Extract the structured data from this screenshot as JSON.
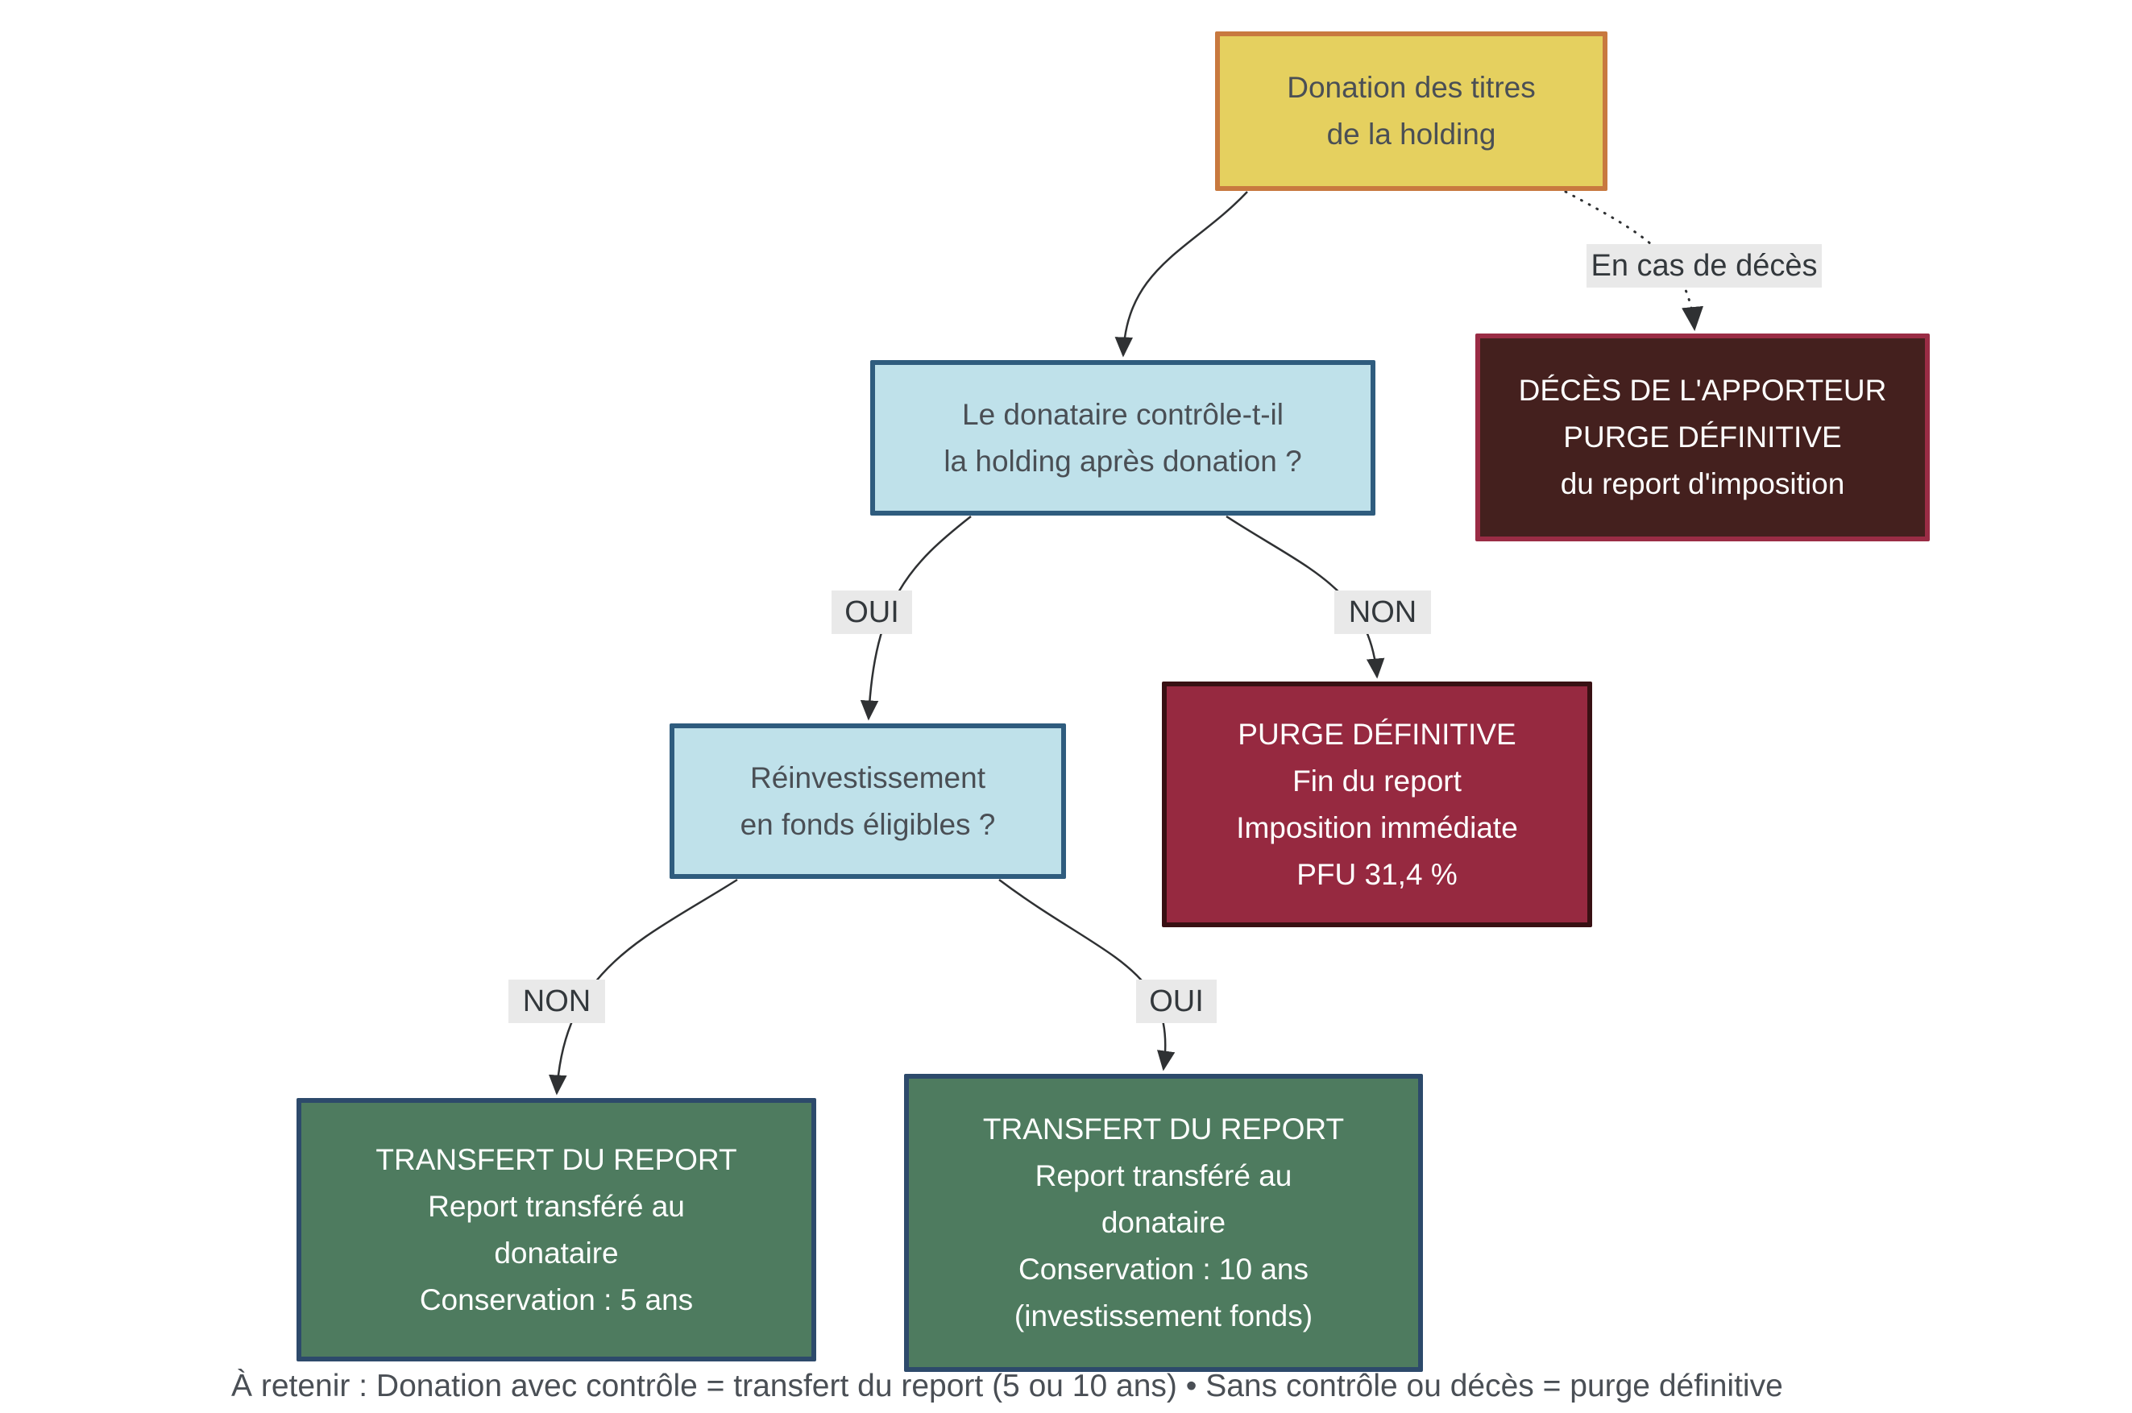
{
  "colors": {
    "yellow_fill": "#E5D05F",
    "yellow_border": "#C8793F",
    "blue_fill": "#BFE1EA",
    "blue_border": "#2F5C7E",
    "wine_fill": "#962940",
    "wine_border": "#381013",
    "dark_fill": "#44201E",
    "dark_border": "#9A2C45",
    "green_fill": "#4E7B5F",
    "green_border": "#2D4A6B",
    "label_bg": "#E9E9E9",
    "label_text": "#33383C",
    "text_dark": "#4A4F55",
    "text_light": "#FFFFFF",
    "edge_color": "#2F3133",
    "canvas_bg": "#FFFFFF"
  },
  "nodes": {
    "root": {
      "text": [
        "Donation des titres",
        "de la holding"
      ]
    },
    "decision1": {
      "text": [
        "Le donataire contrôle-t-il",
        "la holding après donation ?"
      ]
    },
    "death": {
      "text": [
        "DÉCÈS DE L'APPORTEUR",
        "PURGE DÉFINITIVE",
        "du report d'imposition"
      ]
    },
    "decision2": {
      "text": [
        "Réinvestissement",
        "en fonds éligibles ?"
      ]
    },
    "purge": {
      "text": [
        "PURGE DÉFINITIVE",
        "Fin du report",
        "Imposition immédiate",
        "PFU 31,4 %"
      ]
    },
    "transfer5": {
      "text": [
        "TRANSFERT DU REPORT",
        "Report transféré au",
        "donataire",
        "Conservation : 5 ans"
      ]
    },
    "transfer10": {
      "text": [
        "TRANSFERT DU REPORT",
        "Report transféré au",
        "donataire",
        "Conservation : 10 ans",
        "(investissement fonds)"
      ]
    }
  },
  "edge_labels": {
    "deces": "En cas de décès",
    "oui1": "OUI",
    "non1": "NON",
    "non2": "NON",
    "oui2": "OUI"
  },
  "footer": {
    "text": "À retenir : Donation avec contrôle = transfert du report (5 ou 10 ans) • Sans contrôle ou décès = purge définitive"
  }
}
